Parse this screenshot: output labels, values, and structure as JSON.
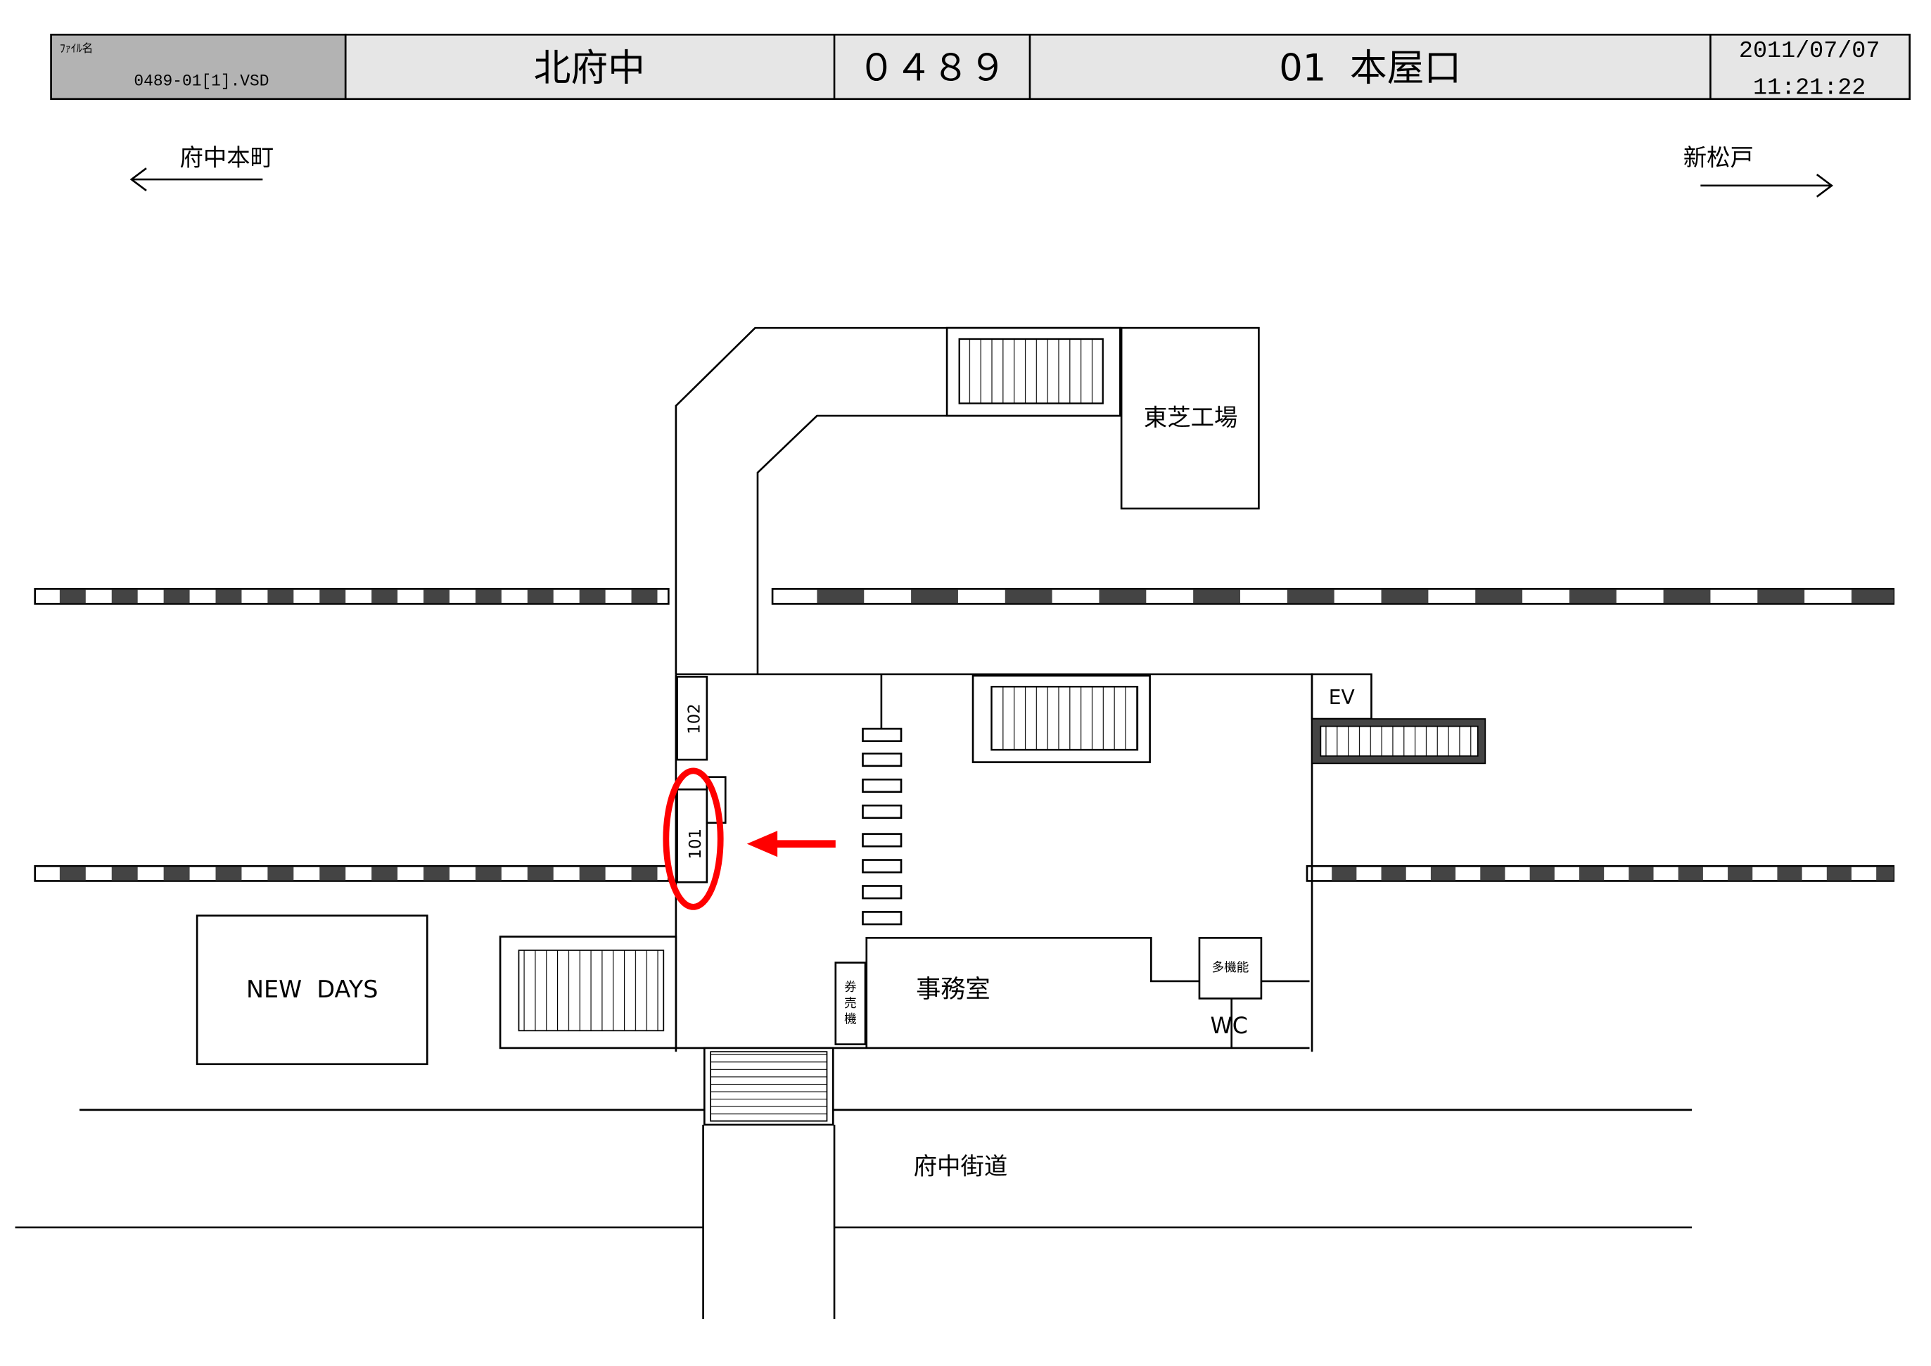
{
  "header": {
    "file_label": "ﾌｧｲﾙ名",
    "file_name": "0489-01[1].VSD",
    "station_name": "北府中",
    "station_code": "０４８９",
    "exit_name": "01  本屋口",
    "date": "2011/07/07",
    "time": "11:21:22"
  },
  "directions": {
    "left": "府中本町",
    "right": "新松戸"
  },
  "map": {
    "toshiba": "東芝工場",
    "ev": "EV",
    "gate_102": "102",
    "gate_101": "101",
    "ticket_machine": [
      "券",
      "売",
      "機"
    ],
    "office": "事務室",
    "multipurpose": "多機能",
    "wc": "WC",
    "newdays": "NEW  DAYS",
    "road": "府中街道"
  },
  "colors": {
    "highlight": "#ff0000",
    "header_file_bg": "#b3b3b3",
    "header_bg": "#e6e6e6"
  }
}
